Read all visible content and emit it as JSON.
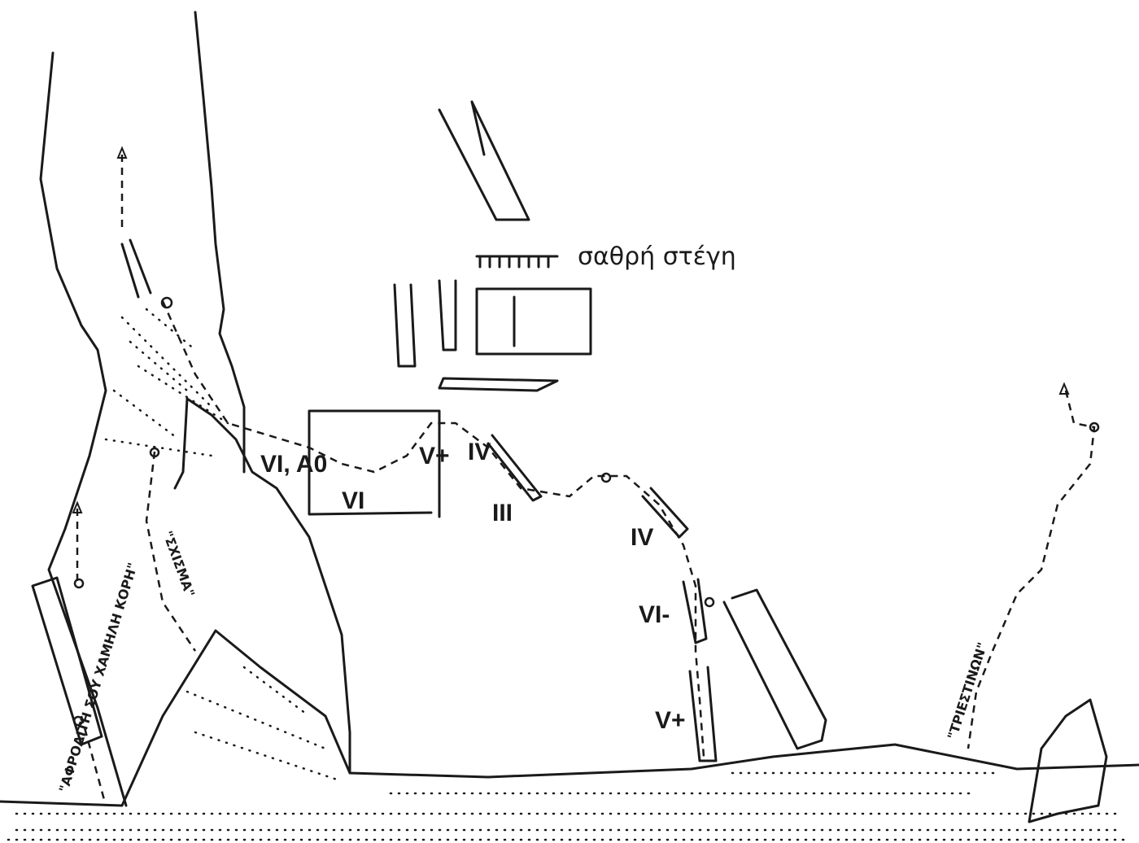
{
  "labels": {
    "roof": "σαθρή  στέγη",
    "route_left": "\"ΑΦΡΟΔΙΤΗ ΣΟΥ ΧΑΜΗΛΗ ΚΟΡΗ\"",
    "route_crack": "\"ΣΧΙΣΜΑ\"",
    "route_right": "\"ΤΡΙΕΣΤΙΝΩΝ\""
  },
  "grades": {
    "g1": "VI, A0",
    "g2": "VI",
    "g3": "V+",
    "g4": "IV",
    "g5": "III",
    "g6": "IV",
    "g7": "VI-",
    "g8": "V+"
  }
}
